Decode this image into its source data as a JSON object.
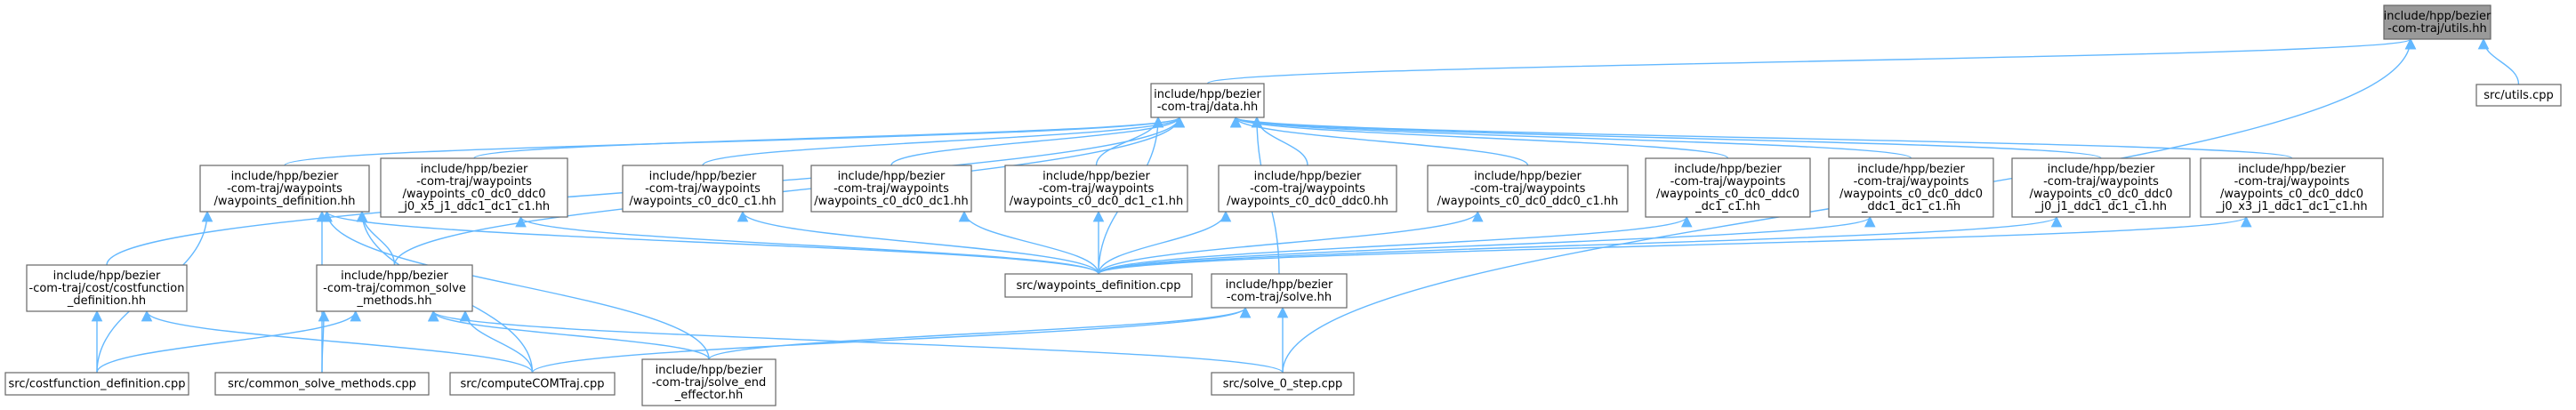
{
  "diagram": {
    "edge_color": "#63b8ff",
    "root_fill": "#999999",
    "node_fill": "#ffffff",
    "node_border": "#666666",
    "nodes": [
      {
        "id": "utils_hh",
        "lines": [
          "include/hpp/bezier",
          "-com-traj/utils.hh"
        ],
        "root": true
      },
      {
        "id": "data_hh",
        "lines": [
          "include/hpp/bezier",
          "-com-traj/data.hh"
        ]
      },
      {
        "id": "utils_cpp",
        "lines": [
          "src/utils.cpp"
        ]
      },
      {
        "id": "cost_def_hh",
        "lines": [
          "include/hpp/bezier",
          "-com-traj/cost/costfunction",
          "_definition.hh"
        ]
      },
      {
        "id": "wp_def_hh",
        "lines": [
          "include/hpp/bezier",
          "-com-traj/waypoints",
          "/waypoints_definition.hh"
        ]
      },
      {
        "id": "wp_j0_x5",
        "lines": [
          "include/hpp/bezier",
          "-com-traj/waypoints",
          "/waypoints_c0_dc0_ddc0",
          "_j0_x5_j1_ddc1_dc1_c1.hh"
        ]
      },
      {
        "id": "wp_c1",
        "lines": [
          "include/hpp/bezier",
          "-com-traj/waypoints",
          "/waypoints_c0_dc0_c1.hh"
        ]
      },
      {
        "id": "wp_dc1",
        "lines": [
          "include/hpp/bezier",
          "-com-traj/waypoints",
          "/waypoints_c0_dc0_dc1.hh"
        ]
      },
      {
        "id": "wp_dc1_c1",
        "lines": [
          "include/hpp/bezier",
          "-com-traj/waypoints",
          "/waypoints_c0_dc0_dc1_c1.hh"
        ]
      },
      {
        "id": "wp_ddc0",
        "lines": [
          "include/hpp/bezier",
          "-com-traj/waypoints",
          "/waypoints_c0_dc0_ddc0.hh"
        ]
      },
      {
        "id": "wp_ddc0_c1",
        "lines": [
          "include/hpp/bezier",
          "-com-traj/waypoints",
          "/waypoints_c0_dc0_ddc0_c1.hh"
        ]
      },
      {
        "id": "wp_ddc0_dc1_c1",
        "lines": [
          "include/hpp/bezier",
          "-com-traj/waypoints",
          "/waypoints_c0_dc0_ddc0",
          "_dc1_c1.hh"
        ]
      },
      {
        "id": "wp_ddc0_ddc1_dc1_c1",
        "lines": [
          "include/hpp/bezier",
          "-com-traj/waypoints",
          "/waypoints_c0_dc0_ddc0",
          "_ddc1_dc1_c1.hh"
        ]
      },
      {
        "id": "wp_j0_j1",
        "lines": [
          "include/hpp/bezier",
          "-com-traj/waypoints",
          "/waypoints_c0_dc0_ddc0",
          "_j0_j1_ddc1_dc1_c1.hh"
        ]
      },
      {
        "id": "wp_j0_x3",
        "lines": [
          "include/hpp/bezier",
          "-com-traj/waypoints",
          "/waypoints_c0_dc0_ddc0",
          "_j0_x3_j1_ddc1_dc1_c1.hh"
        ]
      },
      {
        "id": "common_solve_hh",
        "lines": [
          "include/hpp/bezier",
          "-com-traj/common_solve",
          "_methods.hh"
        ]
      },
      {
        "id": "wp_def_cpp",
        "lines": [
          "src/waypoints_definition.cpp"
        ]
      },
      {
        "id": "solve_hh",
        "lines": [
          "include/hpp/bezier",
          "-com-traj/solve.hh"
        ]
      },
      {
        "id": "cost_def_cpp",
        "lines": [
          "src/costfunction_definition.cpp"
        ]
      },
      {
        "id": "common_solve_cpp",
        "lines": [
          "src/common_solve_methods.cpp"
        ]
      },
      {
        "id": "compute_cpp",
        "lines": [
          "src/computeCOMTraj.cpp"
        ]
      },
      {
        "id": "solve_end_hh",
        "lines": [
          "include/hpp/bezier",
          "-com-traj/solve_end",
          "_effector.hh"
        ]
      },
      {
        "id": "solve_0_cpp",
        "lines": [
          "src/solve_0_step.cpp"
        ]
      }
    ],
    "edges": [
      [
        "data_hh",
        "utils_hh"
      ],
      [
        "utils_cpp",
        "utils_hh"
      ],
      [
        "solve_0_cpp",
        "utils_hh"
      ],
      [
        "cost_def_hh",
        "data_hh"
      ],
      [
        "wp_def_hh",
        "data_hh"
      ],
      [
        "wp_j0_x5",
        "data_hh"
      ],
      [
        "wp_c1",
        "data_hh"
      ],
      [
        "wp_dc1",
        "data_hh"
      ],
      [
        "wp_dc1_c1",
        "data_hh"
      ],
      [
        "wp_ddc0",
        "data_hh"
      ],
      [
        "wp_ddc0_c1",
        "data_hh"
      ],
      [
        "wp_ddc0_dc1_c1",
        "data_hh"
      ],
      [
        "wp_ddc0_ddc1_dc1_c1",
        "data_hh"
      ],
      [
        "wp_j0_j1",
        "data_hh"
      ],
      [
        "wp_j0_x3",
        "data_hh"
      ],
      [
        "common_solve_hh",
        "data_hh"
      ],
      [
        "wp_def_cpp",
        "data_hh"
      ],
      [
        "solve_hh",
        "data_hh"
      ],
      [
        "common_solve_hh",
        "wp_def_hh"
      ],
      [
        "wp_def_cpp",
        "wp_def_hh"
      ],
      [
        "cost_def_cpp",
        "wp_def_hh"
      ],
      [
        "common_solve_cpp",
        "wp_def_hh"
      ],
      [
        "compute_cpp",
        "wp_def_hh"
      ],
      [
        "solve_end_hh",
        "wp_def_hh"
      ],
      [
        "wp_def_cpp",
        "wp_j0_x5"
      ],
      [
        "wp_def_cpp",
        "wp_c1"
      ],
      [
        "wp_def_cpp",
        "wp_dc1"
      ],
      [
        "wp_def_cpp",
        "wp_dc1_c1"
      ],
      [
        "wp_def_cpp",
        "wp_ddc0"
      ],
      [
        "wp_def_cpp",
        "wp_ddc0_c1"
      ],
      [
        "wp_def_cpp",
        "wp_ddc0_dc1_c1"
      ],
      [
        "wp_def_cpp",
        "wp_ddc0_ddc1_dc1_c1"
      ],
      [
        "wp_def_cpp",
        "wp_j0_j1"
      ],
      [
        "wp_def_cpp",
        "wp_j0_x3"
      ],
      [
        "cost_def_cpp",
        "cost_def_hh"
      ],
      [
        "compute_cpp",
        "cost_def_hh"
      ],
      [
        "cost_def_cpp",
        "common_solve_hh"
      ],
      [
        "common_solve_cpp",
        "common_solve_hh"
      ],
      [
        "compute_cpp",
        "common_solve_hh"
      ],
      [
        "solve_end_hh",
        "common_solve_hh"
      ],
      [
        "solve_0_cpp",
        "common_solve_hh"
      ],
      [
        "compute_cpp",
        "solve_hh"
      ],
      [
        "solve_end_hh",
        "solve_hh"
      ],
      [
        "solve_0_cpp",
        "solve_hh"
      ]
    ]
  }
}
